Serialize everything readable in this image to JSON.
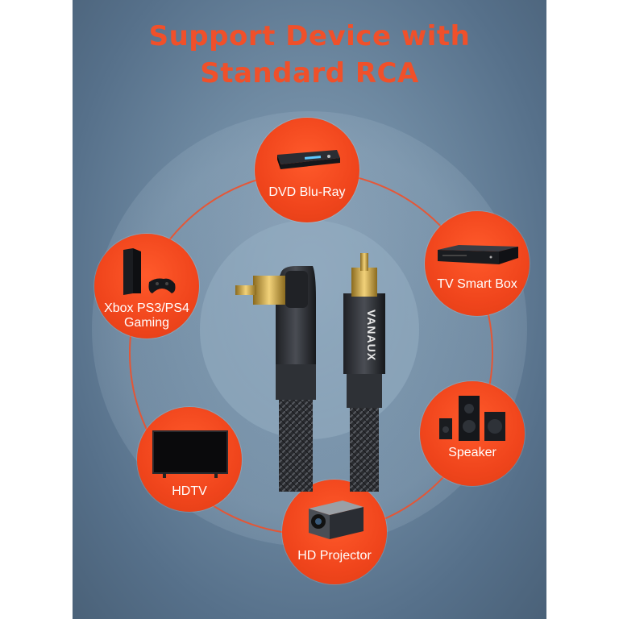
{
  "title": {
    "line1": "Support Device with",
    "line2": "Standard RCA"
  },
  "brand": "VANAUX",
  "devices": [
    {
      "label": "DVD Blu-Ray",
      "icon": "dvd-player-icon"
    },
    {
      "label": "TV Smart Box",
      "icon": "tv-box-icon"
    },
    {
      "label": "Speaker",
      "icon": "speaker-icon"
    },
    {
      "label": "HD Projector",
      "icon": "projector-icon"
    },
    {
      "label": "HDTV",
      "icon": "tv-icon"
    },
    {
      "label_line1": "Xbox PS3/PS4",
      "label_line2": "Gaming",
      "icon": "game-console-icon"
    }
  ],
  "colors": {
    "accent": "#f0502a",
    "background": "#6f8aa2"
  }
}
